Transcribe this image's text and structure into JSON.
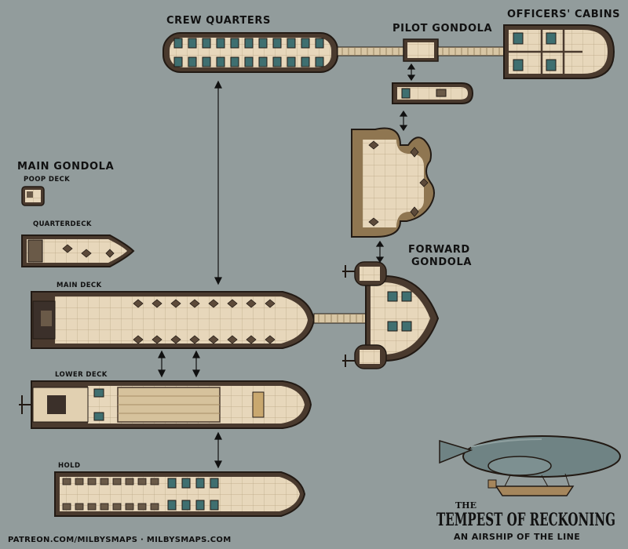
{
  "labels": {
    "crew_quarters": "CREW QUARTERS",
    "pilot_gondola": "PILOT GONDOLA",
    "officers_cabins": "OFFICERS' CABINS",
    "main_gondola": "MAIN GONDOLA",
    "poop_deck": "POOP DECK",
    "quarterdeck": "QUARTERDECK",
    "main_deck": "MAIN DECK",
    "lower_deck": "LOWER DECK",
    "hold": "HOLD",
    "forward_gondola_1": "FORWARD",
    "forward_gondola_2": "GONDOLA"
  },
  "footer": "PATREON.COM/MILBYSMAPS · MILBYSMAPS.COM",
  "title": {
    "the": "THE",
    "name": "TEMPEST OF RECKONING",
    "subtitle": "AN AIRSHIP OF THE LINE"
  },
  "colors": {
    "background": "#929c9c",
    "floor": "#e7d7bb",
    "wall": "#4a3a2e",
    "outline": "#221a14",
    "bed": "#3f6f70",
    "balloon": "#6f8384",
    "tan": "#a5865c"
  }
}
